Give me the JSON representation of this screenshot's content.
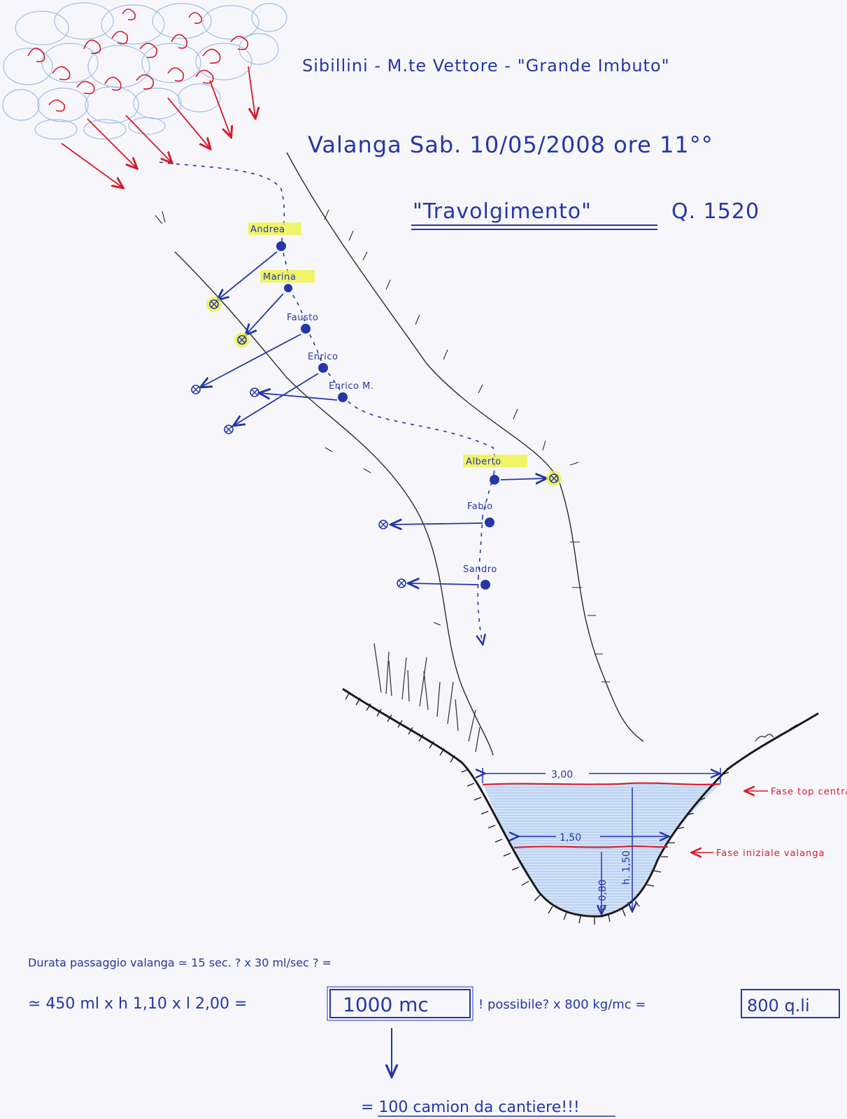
{
  "header": {
    "line1": "Sibillini - M.te Vettore - \"Grande Imbuto\"",
    "line2": "Valanga Sab. 10/05/2008 ore 11°°",
    "line3_main": "\"Travolgimento\"",
    "line3_quota": "Q. 1520"
  },
  "people": [
    {
      "name": "Andrea",
      "highlight": true
    },
    {
      "name": "Marina",
      "highlight": true
    },
    {
      "name": "Fausto",
      "highlight": false
    },
    {
      "name": "Enrico",
      "highlight": false
    },
    {
      "name": "Enrico M.",
      "highlight": false
    },
    {
      "name": "Alberto",
      "highlight": true
    },
    {
      "name": "Fabio",
      "highlight": false
    },
    {
      "name": "Sandro",
      "highlight": false
    }
  ],
  "section": {
    "width_top": "3,00",
    "width_initial": "1,50",
    "depth_top": "h. 1,50",
    "depth_initial": "h 0,80",
    "label_top": "Fase top centrale",
    "label_initial": "Fase iniziale valanga"
  },
  "calc": {
    "line1": "Durata passaggio valanga ≃ 15 sec. ? x 30 ml/sec ? =",
    "line2_a": "≃ 450 ml x h 1,10 x l 2,00 =",
    "line2_box": "1000 mc",
    "line2_b": "! possibile?  x 800 kg/mc =",
    "line2_box2": "800 q.li",
    "line3": "= 100 camion da cantiere!!!"
  },
  "colors": {
    "ink_blue": "#2436a8",
    "ink_red": "#d8182a",
    "pencil": "#2a2a2a",
    "highlight": "#eef33a",
    "snow_blue": "#8fb4e6"
  }
}
